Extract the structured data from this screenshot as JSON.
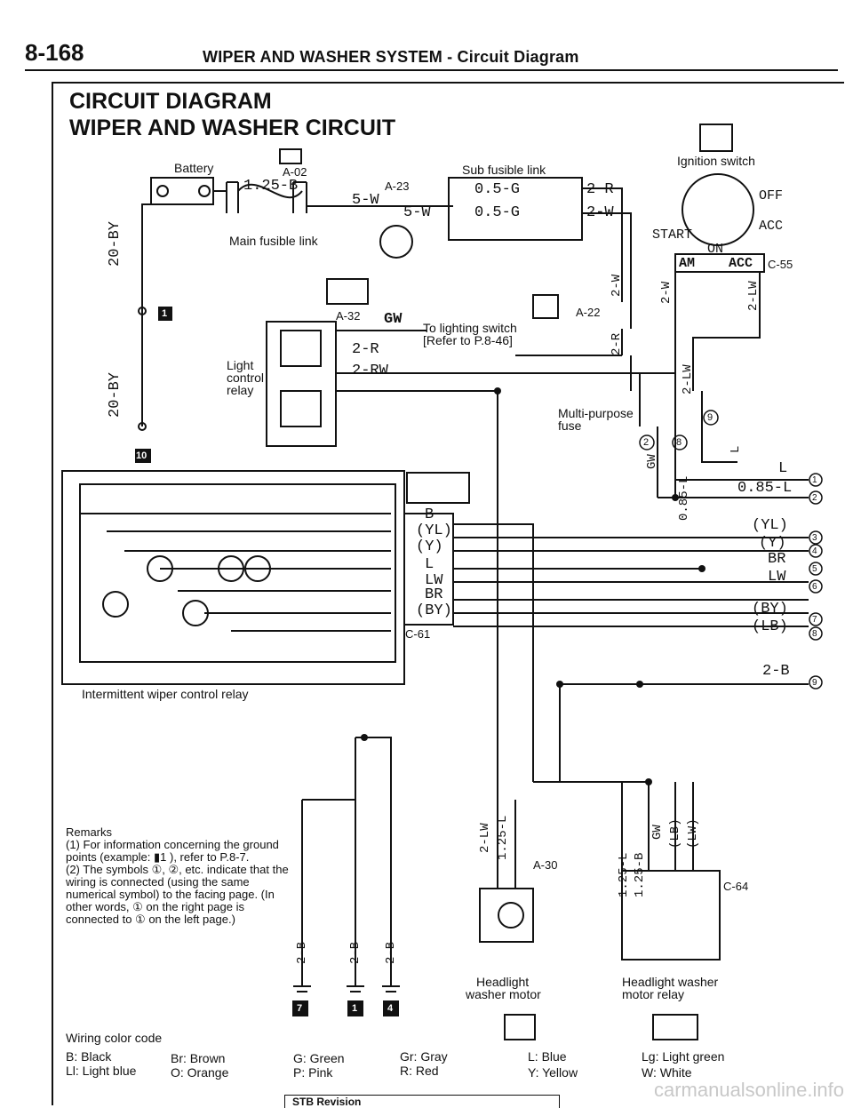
{
  "header": {
    "page_number": "8-168",
    "title": "WIPER AND WASHER SYSTEM - Circuit Diagram"
  },
  "diagram": {
    "title_line1": "CIRCUIT DIAGRAM",
    "title_line2": "WIPER AND WASHER CIRCUIT",
    "labels": {
      "battery": "Battery",
      "main_fusible_link": "Main fusible link",
      "sub_fusible_link": "Sub fusible link",
      "ignition_switch": "Ignition switch",
      "light_control_relay_1": "Light",
      "light_control_relay_2": "control",
      "light_control_relay_3": "relay",
      "to_lighting_switch_1": "To lighting switch",
      "to_lighting_switch_2": "[Refer to P.8-46]",
      "multi_purpose_fuse_1": "Multi-purpose",
      "multi_purpose_fuse_2": "fuse",
      "intermittent_relay": "Intermittent wiper control relay",
      "headlight_washer_motor_1": "Headlight",
      "headlight_washer_motor_2": "washer motor",
      "headlight_washer_motor_relay_1": "Headlight washer",
      "headlight_washer_motor_relay_2": "motor relay",
      "off": "OFF",
      "acc": "ACC",
      "start": "START",
      "on": "ON",
      "am": "AM",
      "acc2": "ACC"
    },
    "connectors": {
      "a02": "A-02",
      "a23": "A-23",
      "a32": "A-32",
      "a22": "A-22",
      "c55": "C-55",
      "c61": "C-61",
      "a30": "A-30",
      "c64": "C-64"
    },
    "wires": {
      "w_125b": "1.25-B",
      "w_5w_a": "5-W",
      "w_5w_b": "5-W",
      "w_05g_a": "0.5-G",
      "w_05g_b": "0.5-G",
      "w_2r": "2-R",
      "w_2w": "2-W",
      "w_20by_a": "20-BY",
      "w_20by_b": "20-BY",
      "w_gw": "GW",
      "w_2r_b": "2-R",
      "w_2rw": "2-RW",
      "w_2w_v": "2-W",
      "w_2lw_v": "2-LW",
      "w_2w_v2": "2-W",
      "w_2r_v2": "2-R",
      "w_2lw_v2": "2-LW",
      "w_gw_v": "GW",
      "w_085l_v": "0.85-L",
      "w_l_v": "L",
      "w_l": "L",
      "w_085l": "0.85-L",
      "w_yl": "(YL)",
      "w_y": "(Y)",
      "w_br": "BR",
      "w_lw": "LW",
      "w_by": "(BY)",
      "w_lb": "(LB)",
      "w_2b": "2-B",
      "c61_b": "B",
      "c61_yl": "(YL)",
      "c61_y": "(Y)",
      "c61_l": "L",
      "c61_lw": "LW",
      "c61_br": "BR",
      "c61_by": "(BY)",
      "w_2lw_m": "2-LW",
      "w_125l_m": "1.25-L",
      "w_125l_r": "1.25-L",
      "w_125b_r": "1.25-B",
      "w_gw_r": "GW",
      "w_lb_r": "(LB)",
      "w_lw_r": "(LW)",
      "w_2b_g1": "2-B",
      "w_2b_g2": "2-B",
      "w_2b_g3": "2-B"
    },
    "fuse_numbers": [
      "2",
      "8",
      "9"
    ],
    "ground_numbers": [
      "1",
      "10",
      "7",
      "1",
      "4"
    ],
    "outputs": [
      "1",
      "2",
      "3",
      "4",
      "5",
      "6",
      "7",
      "8",
      "9"
    ]
  },
  "remarks": {
    "heading": "Remarks",
    "item1": "(1)  For information concerning the ground points (example: ▮1 ), refer to P.8-7.",
    "item2": "(2)  The symbols ①, ②, etc. indicate that the wiring is connected (using the same numerical symbol) to the facing page. (In other words, ① on the right page is connected to ① on the left page.)"
  },
  "wiring_color_code": {
    "heading": "Wiring color code",
    "entries": [
      "B: Black",
      "Br: Brown",
      "G: Green",
      "Gr: Gray",
      "L: Blue",
      "Lg: Light green",
      "Ll: Light blue",
      "O: Orange",
      "P: Pink",
      "R: Red",
      "Y: Yellow",
      "W: White"
    ]
  },
  "footer": {
    "revision": "STB Revision"
  },
  "watermark": "carmanualsonline.info"
}
